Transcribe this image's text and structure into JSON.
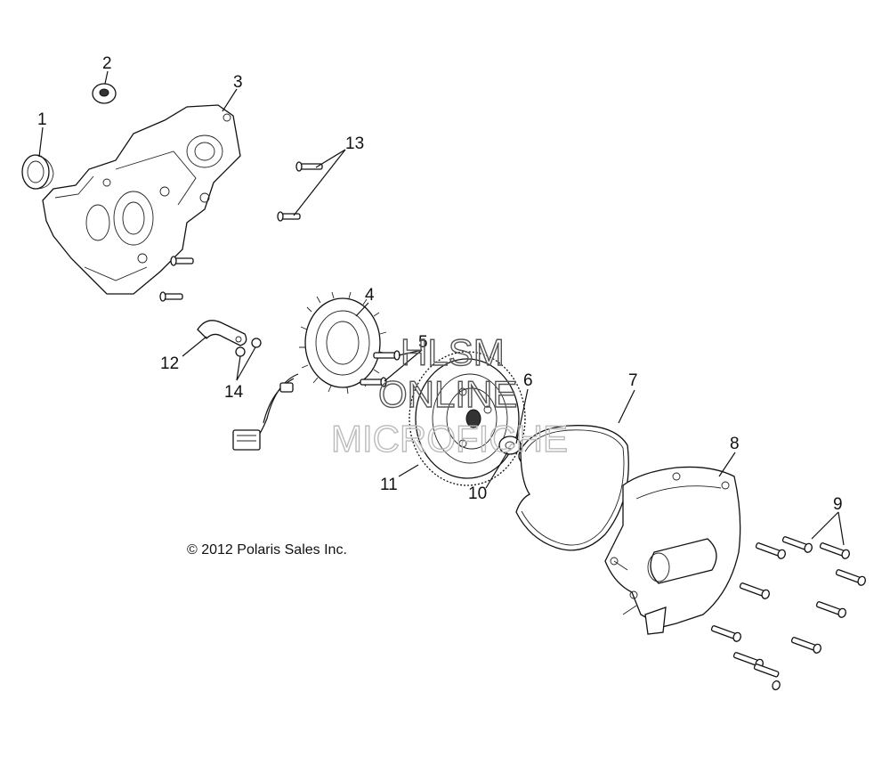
{
  "callouts": {
    "c1": "1",
    "c2": "2",
    "c3": "3",
    "c4": "4",
    "c5": "5",
    "c6": "6",
    "c7": "7",
    "c8": "8",
    "c9": "9",
    "c10": "10",
    "c11": "11",
    "c12": "12",
    "c13": "13",
    "c14": "14"
  },
  "copyright": "© 2012 Polaris Sales Inc.",
  "watermark": {
    "line1": "HLSM",
    "line2": "ONLINE",
    "line3": "MICROFICHE"
  }
}
